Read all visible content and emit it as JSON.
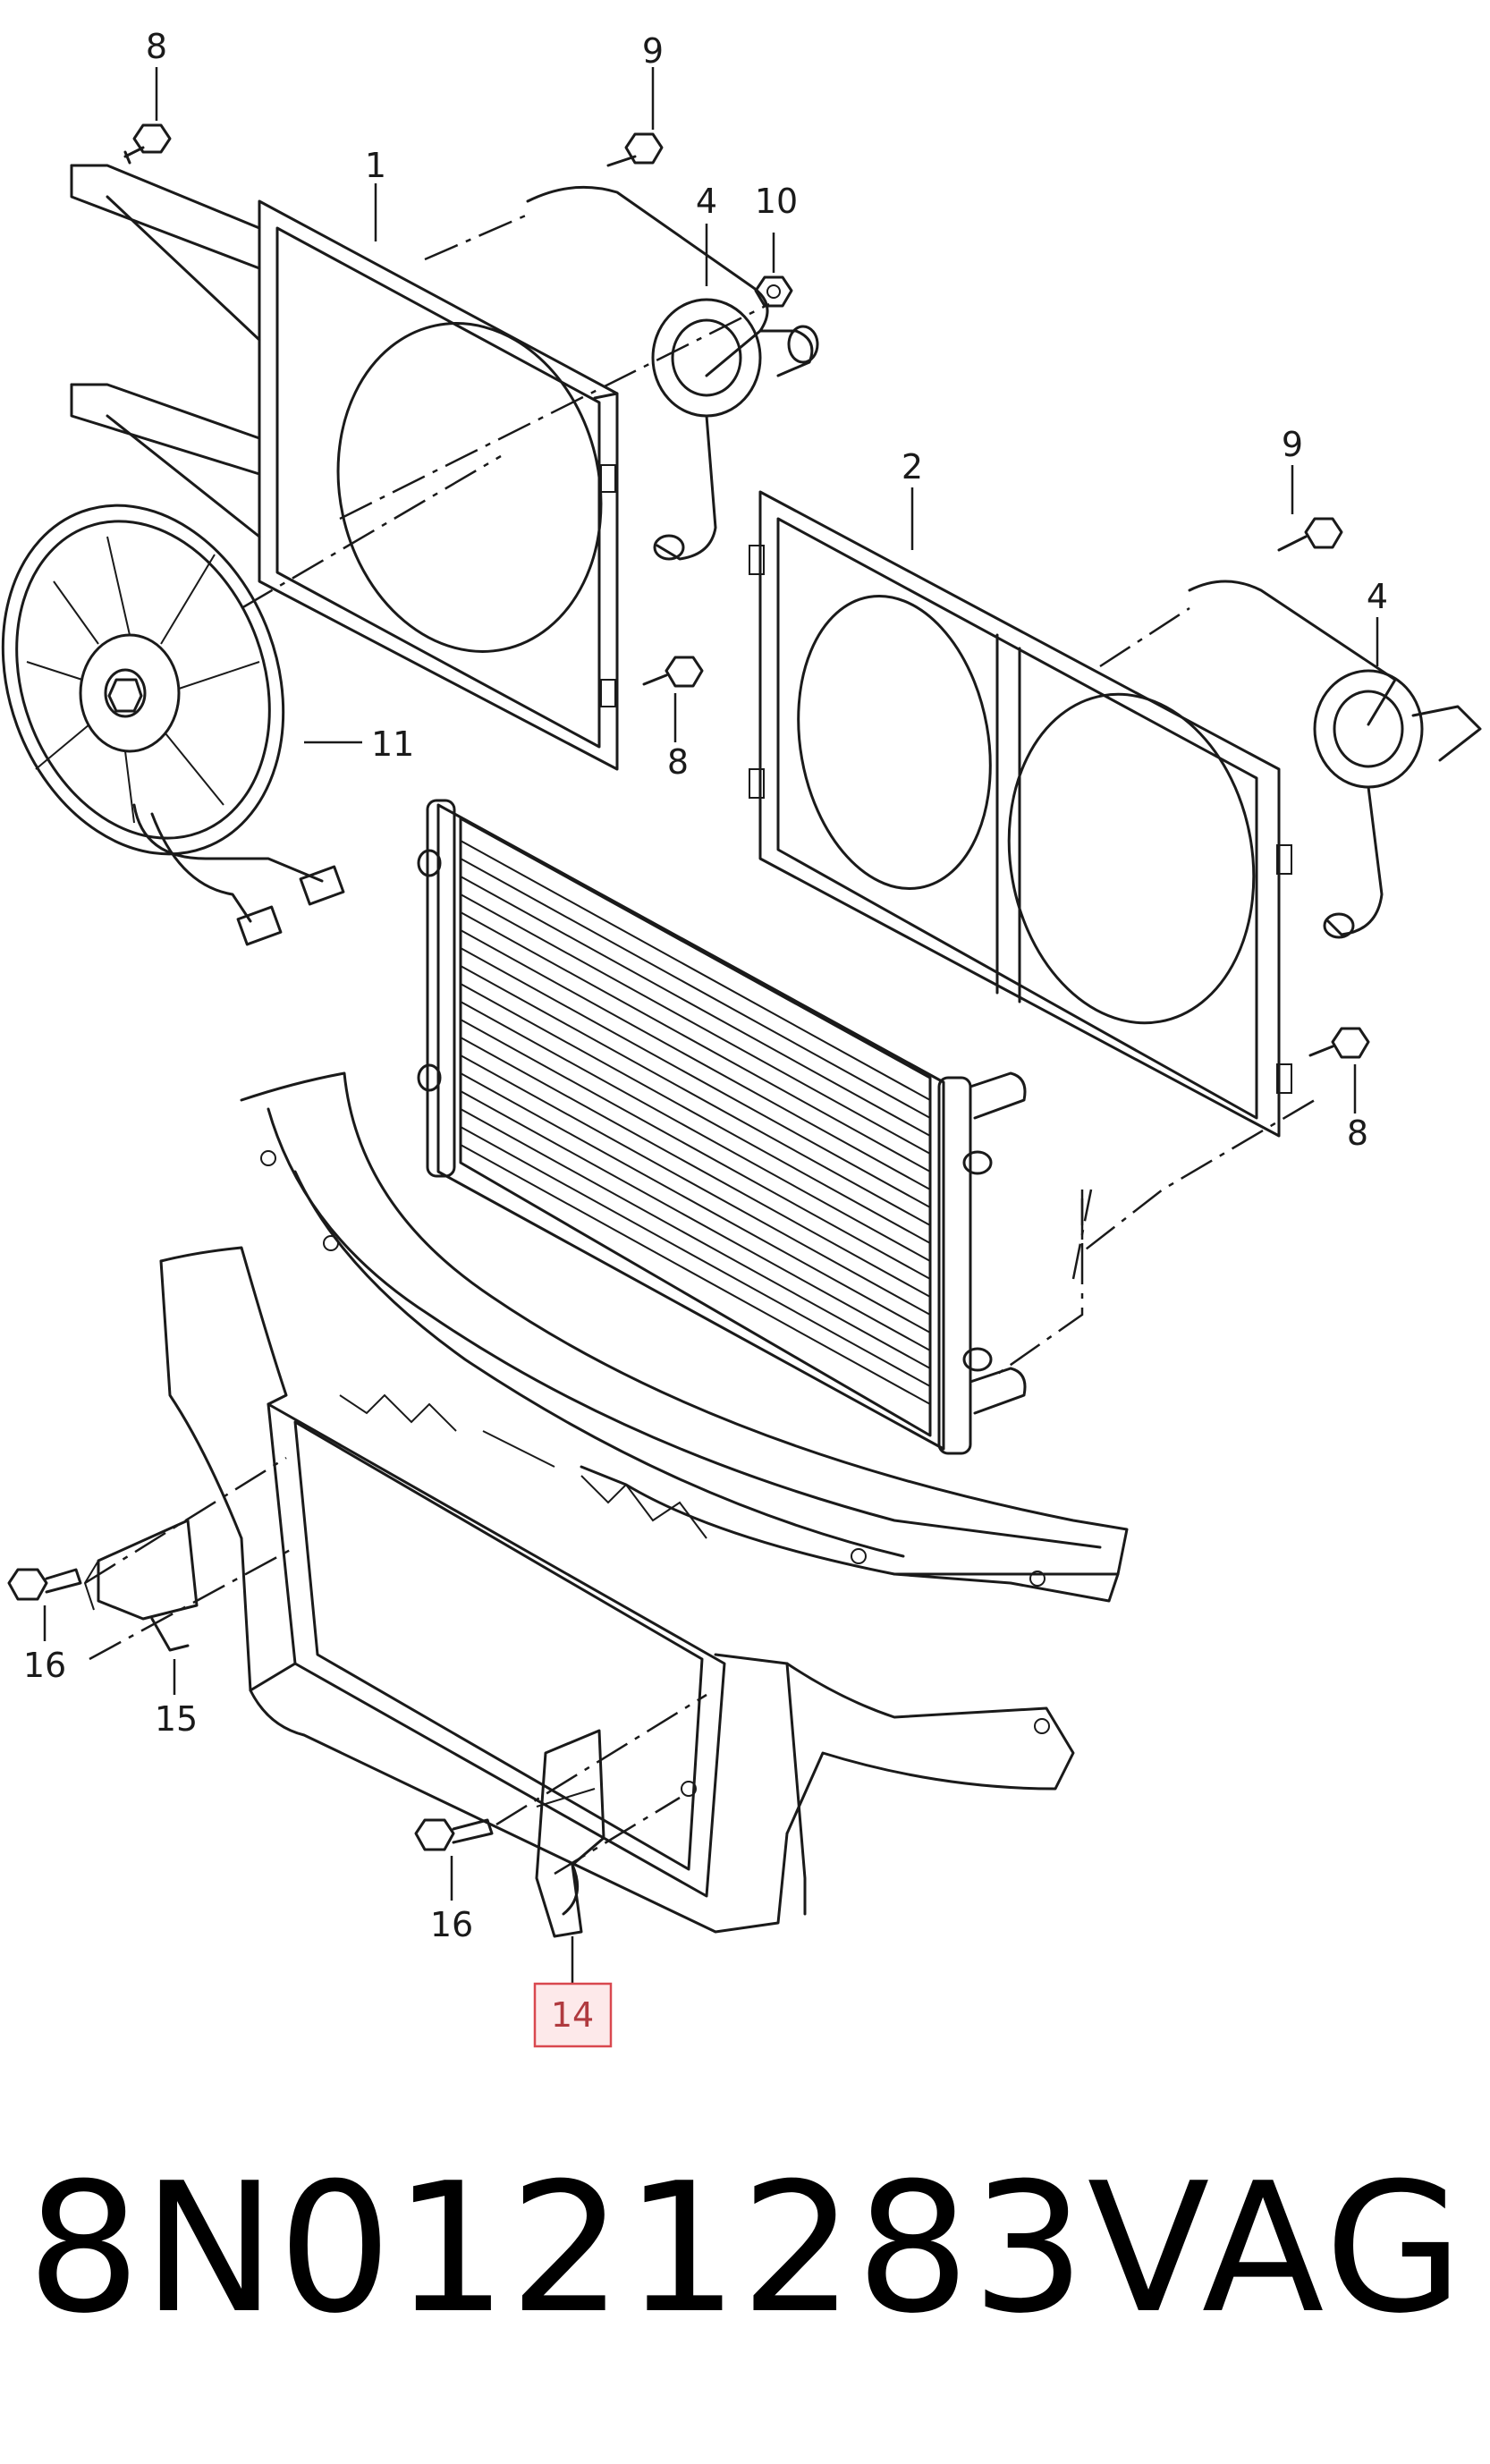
{
  "callouts": [
    {
      "id": "c8a",
      "text": "8"
    },
    {
      "id": "c9a",
      "text": "9"
    },
    {
      "id": "c1",
      "text": "1"
    },
    {
      "id": "c4a",
      "text": "4"
    },
    {
      "id": "c10",
      "text": "10"
    },
    {
      "id": "c2",
      "text": "2"
    },
    {
      "id": "c9b",
      "text": "9"
    },
    {
      "id": "c4b",
      "text": "4"
    },
    {
      "id": "c11",
      "text": "11"
    },
    {
      "id": "c8b",
      "text": "8"
    },
    {
      "id": "c8c",
      "text": "8"
    },
    {
      "id": "c16a",
      "text": "16"
    },
    {
      "id": "c15",
      "text": "15"
    },
    {
      "id": "c16b",
      "text": "16"
    },
    {
      "id": "c14",
      "text": "14",
      "highlighted": true
    }
  ],
  "footer": {
    "part_number": "8N0121283",
    "brand": "VAG"
  },
  "colors": {
    "highlight_border": "#d9484f",
    "highlight_fill": "#fde9ea",
    "line": "#1a1a1a"
  }
}
